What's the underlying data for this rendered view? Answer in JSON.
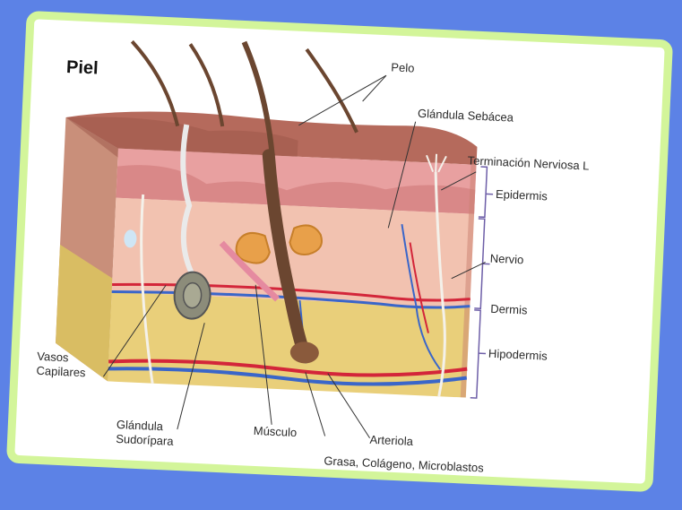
{
  "title": "Piel",
  "labels": {
    "pelo": "Pelo",
    "glandula_sebacea": "Glándula Sebácea",
    "terminacion_nerviosa": "Terminación Nerviosa L",
    "epidermis": "Epidermis",
    "nervio": "Nervio",
    "dermis": "Dermis",
    "hipodermis": "Hipodermis",
    "vasos": [
      "Vasos",
      "Capilares"
    ],
    "glandula_sudoripara": [
      "Glándula",
      "Sudorípara"
    ],
    "musculo": "Músculo",
    "arteriola": "Arteriola",
    "grasa": "Grasa, Colágeno, Microblastos"
  },
  "colors": {
    "background": "#5c82e6",
    "card_border": "#d3f59a",
    "epidermis": "#e8a0a0",
    "dermis": "#f2c2b0",
    "hipodermis": "#e9cf7a",
    "skin_top": "#b56a5c",
    "hair": "#6b4630",
    "artery": "#d3263a",
    "vein": "#3a66c9",
    "bracket": "#6e5fa8"
  }
}
